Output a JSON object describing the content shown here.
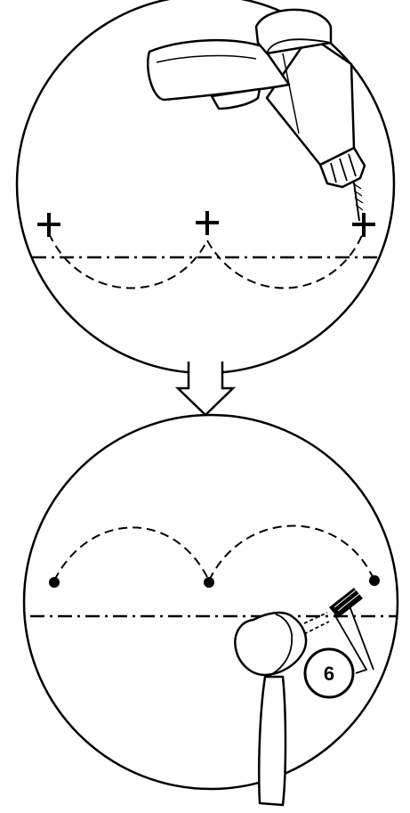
{
  "figure": {
    "step_top": "drill-marked-positions",
    "step_bottom": "insert-wall-plugs",
    "arrow": "down-arrow",
    "callout": {
      "label": "6"
    }
  },
  "colors": {
    "line": "#000000",
    "background": "#ffffff"
  }
}
